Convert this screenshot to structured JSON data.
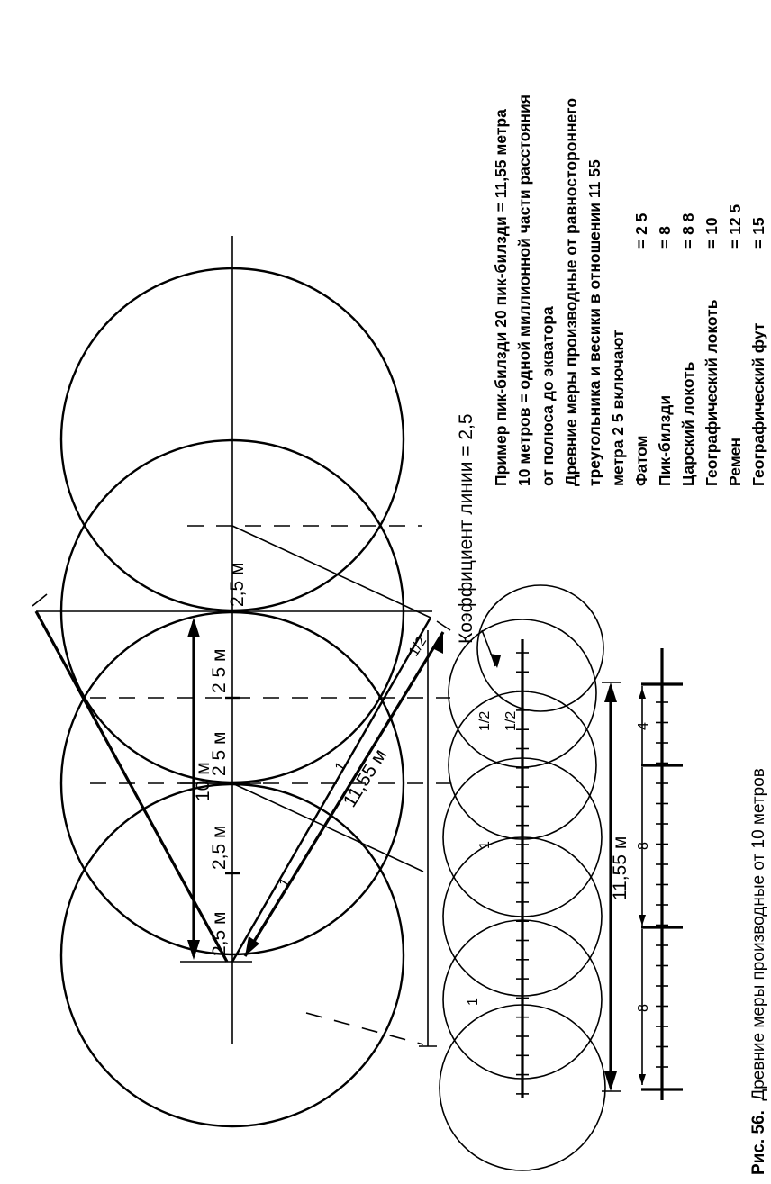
{
  "caption": {
    "number": "Рис. 56.",
    "text": "Древние меры  производные от 10 метров"
  },
  "notes": [
    "Пример пик-билзди  20 пик-билзди = 11,55 метра",
    "10 метров = одной миллионной части расстояния",
    "от полюса до экватора",
    "Древние меры  производные от равностороннего",
    "треугольника и весики в отношении 11 55",
    "метра  2 5  включают"
  ],
  "measures": [
    {
      "name": "Фатом",
      "value": "= 2 5"
    },
    {
      "name": "Пик-билзди",
      "value": "= 8"
    },
    {
      "name": "Царский локоть",
      "value": "= 8 8"
    },
    {
      "name": "Географический локоть",
      "value": "= 10"
    },
    {
      "name": "Ремен",
      "value": "= 12 5"
    },
    {
      "name": "Географический фут",
      "value": "= 15"
    }
  ],
  "labels": {
    "coef": "Коэффициент линии = 2,5",
    "seg1": "2,5 м",
    "seg2": "2,5 м",
    "seg3": "2 5 м",
    "seg4": "2 5 м",
    "seg5": "2,5 м",
    "ten_m": "10 м",
    "len_1155": "11,55 м",
    "small_1155": "11,55 м",
    "one_a": "1",
    "one_b": "1",
    "one_c": "1",
    "one_d": "1",
    "half_a": "1/2",
    "half_b": "1/2",
    "half_c": "1/2",
    "eight_a": "8",
    "eight_b": "8",
    "four": "4"
  }
}
